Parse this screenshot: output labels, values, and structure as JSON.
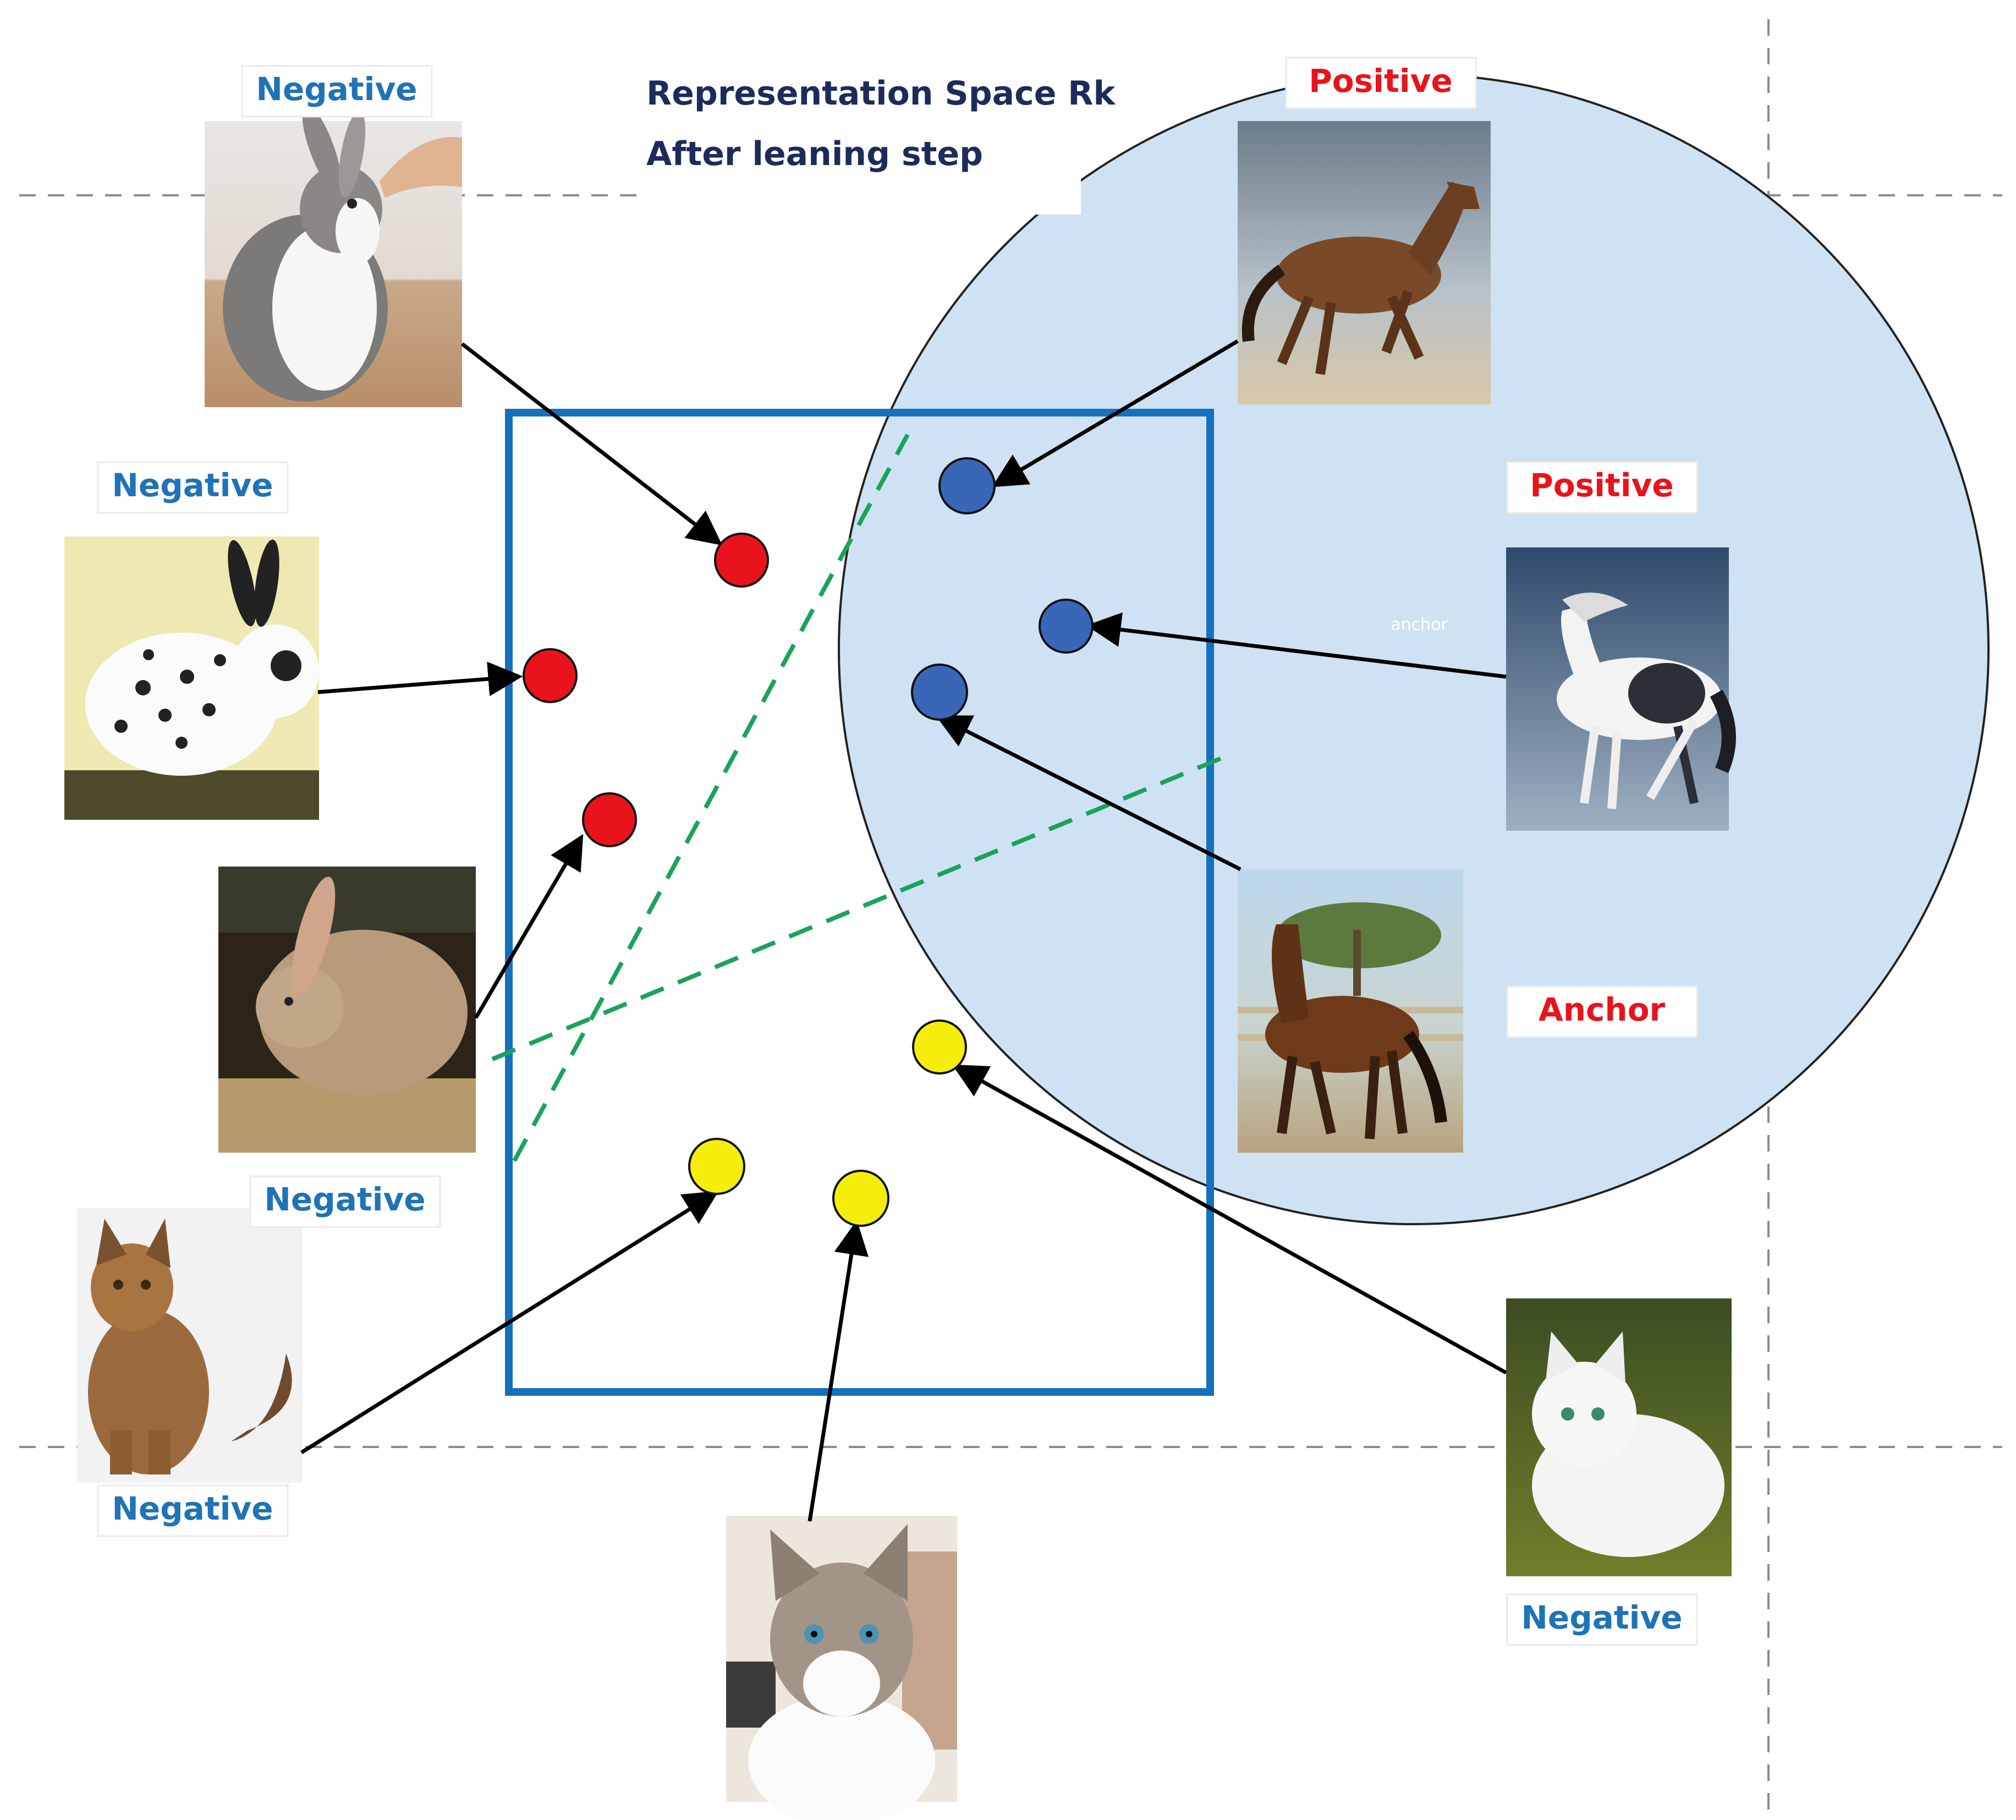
{
  "title": {
    "line1": "Representation Space Rk",
    "line2": "After leaning step"
  },
  "labels": {
    "negative": "Negative",
    "positive": "Positive",
    "anchor": "Anchor",
    "anchor_small": "anchor"
  },
  "colors": {
    "negative_text": "#1f73b7",
    "positive_text": "#e8131b",
    "title_text": "#1c2c5a",
    "circle_fill": "#cfe2f3",
    "box_stroke": "#1570be",
    "boundary": "#1aa35a",
    "dot_red": "#e8131b",
    "dot_blue": "#3a66b8",
    "dot_yellow": "#f5ee0c"
  },
  "images": [
    {
      "name": "rabbit-photo-top",
      "depicts": "grey and white rabbit being fed"
    },
    {
      "name": "rabbit-photo-spotted",
      "depicts": "white rabbit with black spots"
    },
    {
      "name": "rabbit-photo-brown",
      "depicts": "brown rabbit on straw"
    },
    {
      "name": "cat-photo-maine-coon",
      "depicts": "long-haired tabby cat"
    },
    {
      "name": "cat-photo-bottom",
      "depicts": "tabby and white cat"
    },
    {
      "name": "cat-photo-white",
      "depicts": "white cat in grass"
    },
    {
      "name": "horse-photo-galloping",
      "depicts": "bay horse galloping"
    },
    {
      "name": "horse-photo-pinto",
      "depicts": "pinto horse"
    },
    {
      "name": "horse-photo-anchor",
      "depicts": "bay horse trotting"
    }
  ]
}
